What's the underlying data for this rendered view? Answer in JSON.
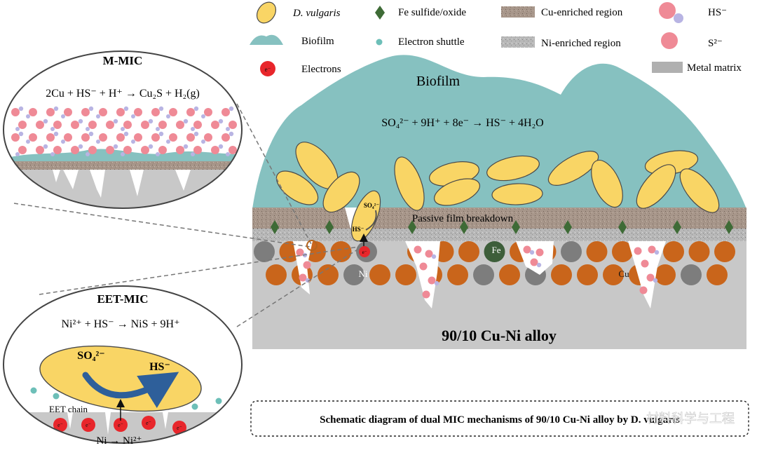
{
  "legend": {
    "d_vulgaris": "D. vulgaris",
    "fe_sulfide": "Fe sulfide/oxide",
    "cu_region": "Cu-enriched region",
    "hs_minus": "HS⁻",
    "biofilm": "Biofilm",
    "electron_shuttle": "Electron shuttle",
    "ni_region": "Ni-enriched region",
    "s2_minus": "S²⁻",
    "electrons": "Electrons",
    "metal_matrix": "Metal matrix"
  },
  "main": {
    "biofilm_label": "Biofilm",
    "reaction": "SO₄²⁻ + 9H⁺ + 8e⁻ → HS⁻ + 4H₂O",
    "passive_film": "Passive film breakdown",
    "alloy_label": "90/10 Cu-Ni alloy",
    "fe_label": "Fe",
    "ni_label": "Ni",
    "cu_label": "Cu",
    "cell_so4": "SO₄²⁻",
    "cell_hs": "HS⁻",
    "electron_symbol": "e⁻"
  },
  "mmic": {
    "title": "M-MIC",
    "reaction": "2Cu + HS⁻ + H⁺ → Cu₂S + H₂(g)"
  },
  "eet": {
    "title": "EET-MIC",
    "reaction": "Ni²⁺ + HS⁻ → NiS + 9H⁺",
    "so4": "SO₄²⁻",
    "hs": "HS⁻",
    "chain": "EET chain",
    "ni_ox": "Ni → Ni²⁺",
    "electron_symbol": "e⁻"
  },
  "caption": "Schematic diagram of dual MIC mechanisms of 90/10 Cu-Ni alloy by D. vulgaris",
  "watermark": "材料科学与工程",
  "colors": {
    "biofilm": "#86c1c0",
    "cell": "#f9d565",
    "cell_stroke": "#4a4a4a",
    "cu_atom": "#c9651b",
    "ni_atom": "#7d7d7d",
    "fe_atom": "#3d5e3a",
    "fe_diamond": "#3e6b36",
    "electron": "#e8262b",
    "s2_ion": "#ef8a96",
    "hs_small": "#b8b4e3",
    "shuttle": "#6dbfb8",
    "matrix": "#c8c8c8",
    "passive": "#a39182",
    "ni_band": "#b9b9b9",
    "arrow_blue": "#2e5f9a"
  }
}
